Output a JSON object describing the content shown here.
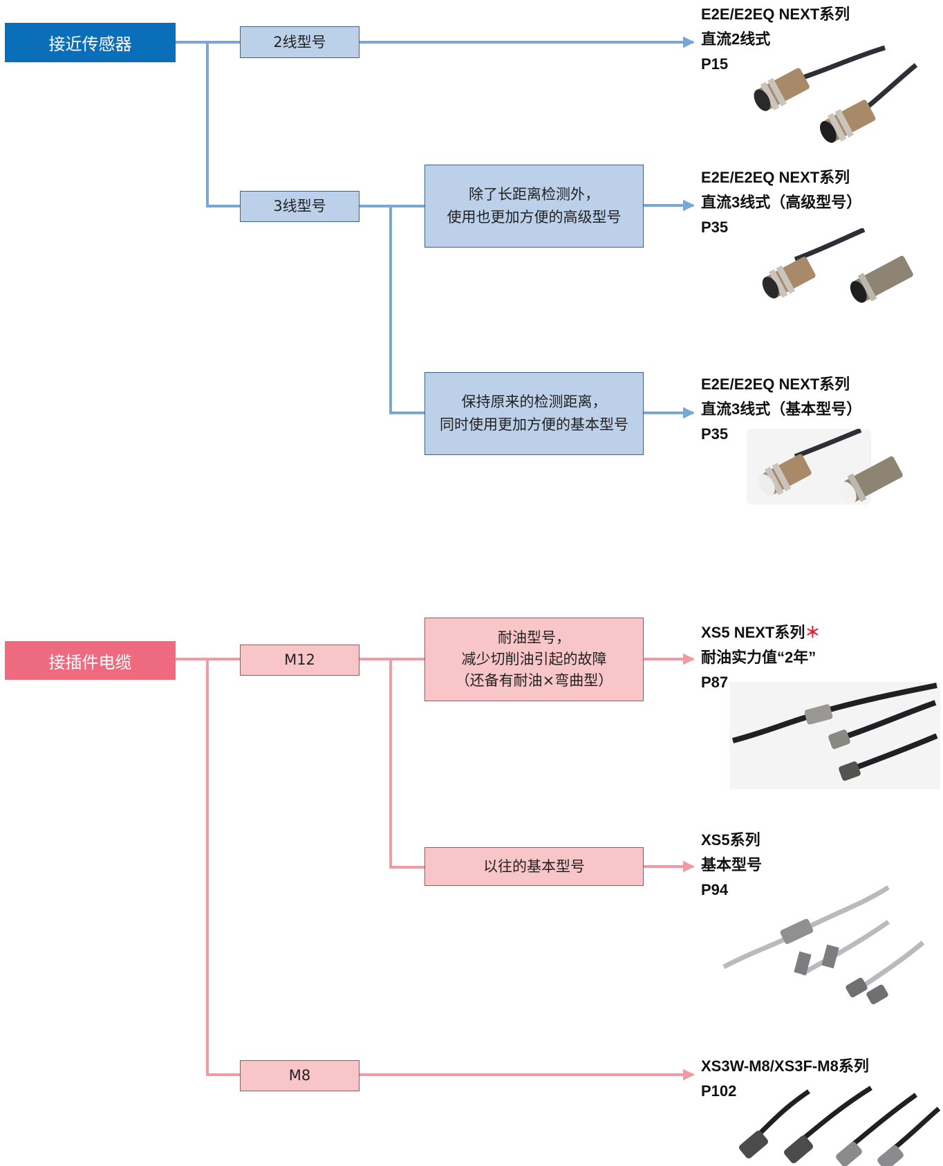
{
  "sensor": {
    "title": "接近传感器",
    "wire2": "2线型号",
    "wire3": "3线型号",
    "advanced_l1": "除了长距离检测外，",
    "advanced_l2": "使用也更加方便的高级型号",
    "basic_l1": "保持原来的检测距离，",
    "basic_l2": "同时使用更加方便的基本型号",
    "products": [
      {
        "series": "E2E/E2EQ NEXT系列",
        "desc": "直流2线式",
        "page": "P15",
        "image": "proximity-sensor-photo"
      },
      {
        "series": "E2E/E2EQ NEXT系列",
        "desc": "直流3线式（高级型号）",
        "page": "P35",
        "image": "proximity-sensor-photo"
      },
      {
        "series": "E2E/E2EQ NEXT系列",
        "desc": "直流3线式（基本型号）",
        "page": "P35",
        "image": "proximity-sensor-photo"
      }
    ]
  },
  "connector": {
    "title": "接插件电缆",
    "m12": "M12",
    "m8": "M8",
    "oil_l1": "耐油型号，",
    "oil_l2": "减少切削油引起的故障",
    "oil_l3": "（还备有耐油×弯曲型）",
    "legacy": "以往的基本型号",
    "products": [
      {
        "series": "XS5 NEXT系列",
        "star": "＊",
        "desc": "耐油实力值“2年”",
        "page": "P87",
        "image": "connector-cable-photo"
      },
      {
        "series": "XS5系列",
        "desc": "基本型号",
        "page": "P94",
        "image": "connector-cable-photo"
      },
      {
        "series": "XS3W-M8/XS3F-M8系列",
        "page": "P102",
        "image": "connector-cable-photo"
      }
    ]
  },
  "colors": {
    "blue_line": "#7aa6d4",
    "pink_line": "#f19aa4",
    "blue_head": "#0a6eb8",
    "pink_head": "#ee6b7f"
  }
}
